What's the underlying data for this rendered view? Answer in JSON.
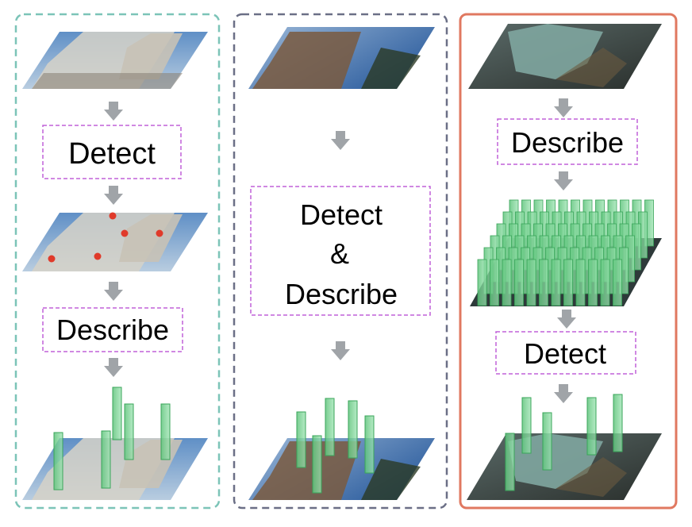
{
  "panels": [
    {
      "id": "detect-then-describe",
      "border_color": "#7cc4b8",
      "border_style": "dashed",
      "steps": [
        "Detect",
        "Describe"
      ]
    },
    {
      "id": "detect-and-describe",
      "border_color": "#6b6f86",
      "border_style": "dashed",
      "steps": [
        "Detect",
        "&",
        "Describe"
      ]
    },
    {
      "id": "describe-then-detect",
      "border_color": "#e07860",
      "border_style": "solid",
      "steps": [
        "Describe",
        "Detect"
      ]
    }
  ],
  "colors": {
    "step_box_border": "#c060d8",
    "arrow": "#a0a4a8",
    "keypoint": "#e03a2a",
    "descriptor_fill": "#6fd08a",
    "descriptor_stroke": "#3aa55a",
    "cathedral_sky": "#6f97c8",
    "colosseum_sky": "#4a78b8",
    "liberty_sky": "#2e3a3a"
  },
  "icons": {
    "flow_arrow": "down-arrow-icon",
    "keypoint": "keypoint-dot-icon",
    "descriptor": "descriptor-bar-icon"
  }
}
